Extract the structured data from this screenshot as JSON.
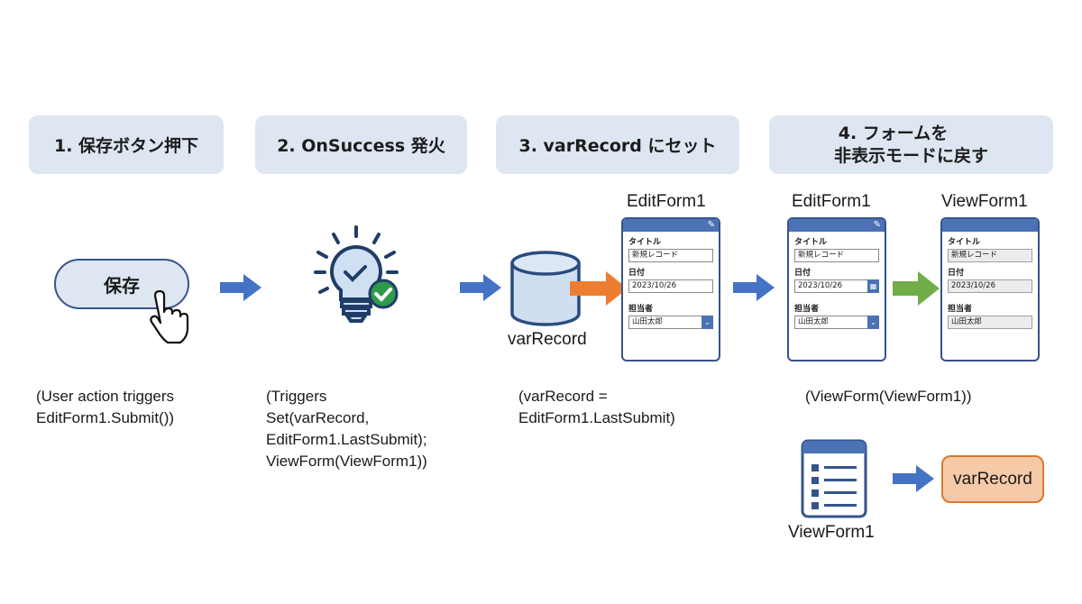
{
  "steps": [
    {
      "label": "1. 保存ボタン押下"
    },
    {
      "label": "2. OnSuccess 発火"
    },
    {
      "label": "3. varRecord にセット"
    },
    {
      "label_line1": "4. フォームを",
      "label_line2": "非表示モードに戻す"
    }
  ],
  "save_button": {
    "label": "保存"
  },
  "descriptions": {
    "step1": "(User action triggers\nEditForm1.Submit())",
    "step2": "(Triggers\nSet(varRecord,\nEditForm1.LastSubmit);\nViewForm(ViewForm1))",
    "step3": "(varRecord =\nEditForm1.LastSubmit)",
    "step4": "(ViewForm(ViewForm1))"
  },
  "variable": {
    "name": "varRecord"
  },
  "forms": {
    "edit_a": {
      "title": "EditForm1"
    },
    "edit_b": {
      "title": "EditForm1"
    },
    "view": {
      "title": "ViewForm1"
    },
    "fields": {
      "title_label": "タイトル",
      "title_value": "新規レコード",
      "date_label": "日付",
      "date_value": "2023/10/26",
      "owner_label": "担当者",
      "owner_value": "山田太郎"
    }
  },
  "bottom": {
    "viewform_label": "ViewForm1",
    "target_label": "varRecord"
  },
  "colors": {
    "step_bg": "#dde6f1",
    "arrow_blue": "#4472c4",
    "arrow_orange": "#ed7d31",
    "arrow_green": "#70ad47",
    "check_green": "#2e9a4a"
  }
}
